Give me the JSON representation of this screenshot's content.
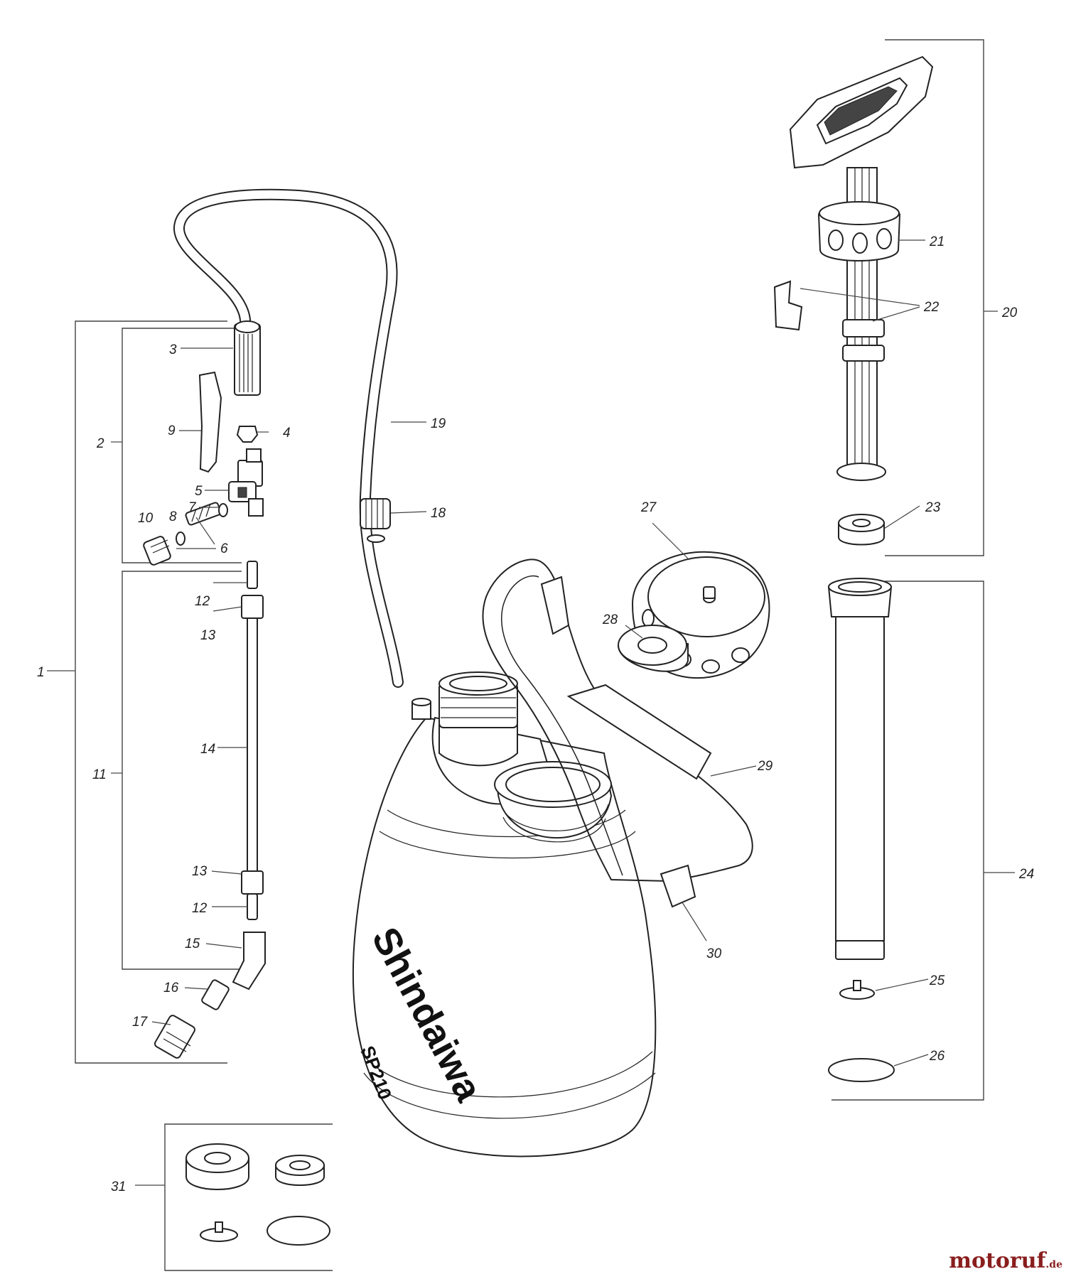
{
  "callouts": {
    "c1": "1",
    "c2": "2",
    "c3": "3",
    "c4": "4",
    "c5": "5",
    "c6": "6",
    "c7": "7",
    "c8": "8",
    "c9": "9",
    "c10": "10",
    "c11": "11",
    "c12": "12",
    "c13": "13",
    "c14": "14",
    "c15": "15",
    "c16": "16",
    "c17": "17",
    "c18": "18",
    "c19": "19",
    "c20": "20",
    "c21": "21",
    "c22": "22",
    "c23": "23",
    "c24": "24",
    "c25": "25",
    "c26": "26",
    "c27": "27",
    "c28": "28",
    "c29": "29",
    "c30": "30",
    "c31": "31"
  },
  "tank": {
    "brand": "Shindaiwa",
    "model": "SP210"
  },
  "watermark": {
    "name": "motoruf",
    "tld": ".de"
  }
}
